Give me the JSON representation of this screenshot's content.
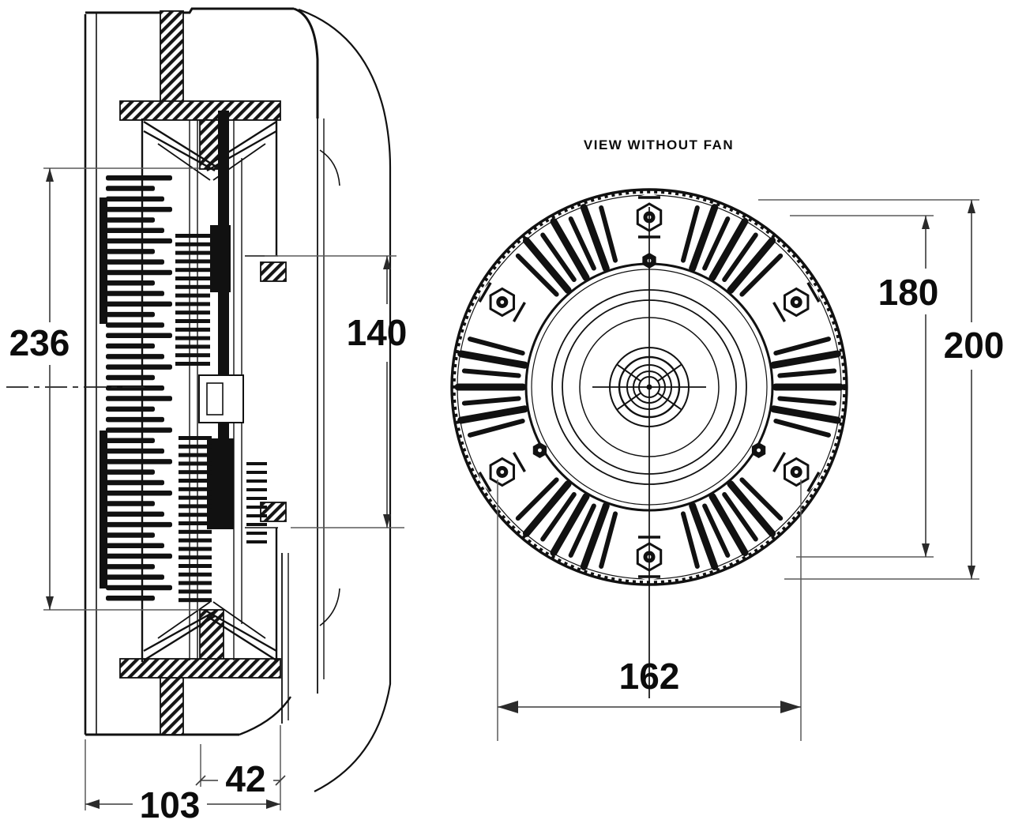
{
  "drawing": {
    "view_label": "VIEW WITHOUT FAN",
    "dimensions": {
      "fan_total_width": "236",
      "clutch_width": "140",
      "front_face_to_mount": "103",
      "mount_depth": "42",
      "bolt_circle": "180",
      "outer_diameter": "200",
      "bolt_span": "162"
    },
    "colors": {
      "line": "#111111",
      "dimension": "#3a3a3a",
      "background": "#ffffff"
    }
  }
}
